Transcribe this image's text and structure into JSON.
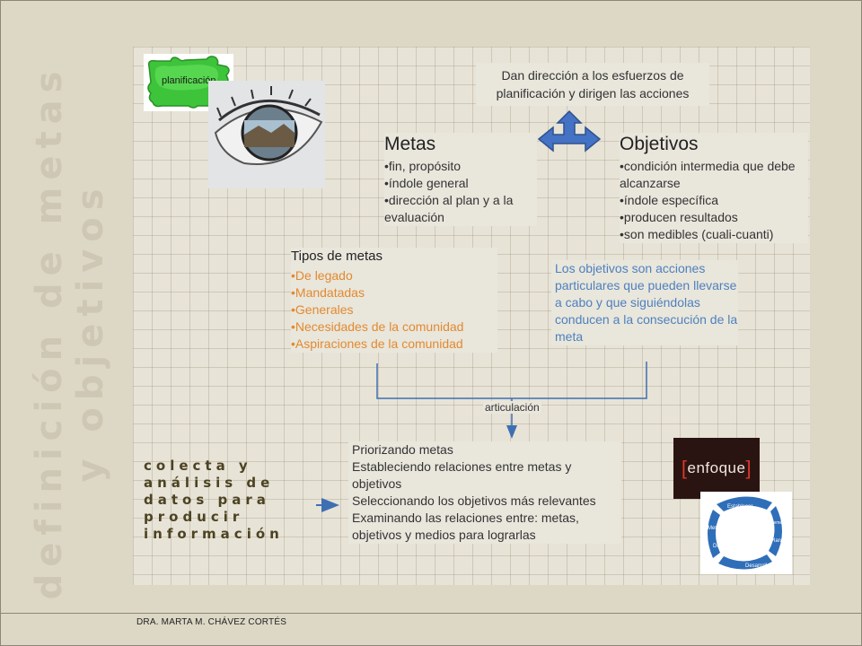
{
  "title_lines": [
    "definición de metas",
    "y objetivos"
  ],
  "top_note": "Dan dirección a los esfuerzos de planificación y dirigen las acciones",
  "metas": {
    "heading": "Metas",
    "items": [
      "fin, propósito",
      "índole general",
      "dirección al plan y a la evaluación"
    ]
  },
  "objetivos": {
    "heading": "Objetivos",
    "items": [
      "condición intermedia que debe alcanzarse",
      "índole específica",
      "producen resultados",
      "son medibles (cuali-cuanti)"
    ]
  },
  "tipos": {
    "heading": "Tipos de metas",
    "items": [
      "De legado",
      "Mandatadas",
      "Generales",
      "Necesidades de la comunidad",
      "Aspiraciones de la comunidad"
    ]
  },
  "objetivos_desc": "Los objetivos son acciones particulares que pueden llevarse a cabo y que siguiéndolas conducen a la consecución de la meta",
  "articulacion_label": "articulación",
  "colecta_lines": [
    "colecta y",
    "análisis de",
    "datos para",
    "producir",
    "información"
  ],
  "prior_items": [
    "Priorizando metas",
    "Estableciendo relaciones entre metas y objetivos",
    "Seleccionando los objetivos más relevantes",
    "Examinando las relaciones entre: metas, objetivos y medios para lograrlas"
  ],
  "puzzle_label": "planificación",
  "enfoque_label": "enfoque",
  "cycle_labels": [
    "Establecer",
    "Metas",
    "Definir",
    "Desarrollar",
    "Planes",
    "Implementar"
  ],
  "footer_author": "DRA. MARTA M. CHÁVEZ CORTÉS",
  "colors": {
    "background": "#ddd8c6",
    "title": "#cdc7b3",
    "tipos_items": "#e28a2f",
    "objetivos_desc": "#4e81bd",
    "connector": "#3f6fb3",
    "colecta": "#4c4323",
    "enfoque_bg": "#2a1412",
    "enfoque_bracket": "#d9372a"
  }
}
